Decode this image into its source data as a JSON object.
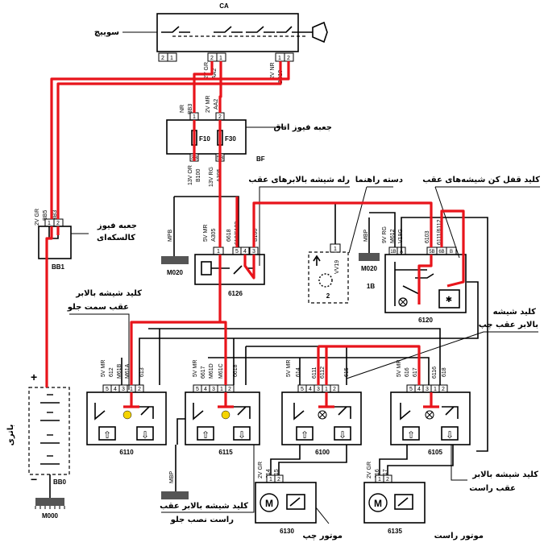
{
  "labels": {
    "switch_ca": "CA",
    "switch_name": "سوییچ",
    "fusebox_name": "جعبه فیوز اتاق",
    "fusebox_code": "BF",
    "fuse_f10": "F10",
    "fuse_f30": "F30",
    "engine_fusebox_line1": "جعبه فیوز",
    "engine_fusebox_line2": "کالسکه‌ای",
    "engine_fusebox_code": "BB1",
    "battery_name": "باتری",
    "battery_code": "BB0",
    "ground_m000": "M000",
    "relay_title": "رله شیشه بالابرهای عقب",
    "relay_code": "6126",
    "relay_ground": "M020",
    "relay_ground_wire": "MPB",
    "handle_title": "دسته راهنما",
    "handle_code": "2",
    "handle_block": "1B",
    "handle_ground": "M020",
    "handle_ground_wire": "MBP",
    "lock_title": "کلید قفل کن شیشه‌های عقب",
    "lock_code": "6120",
    "sw6110_line1": "کلید شیشه بالابر",
    "sw6110_line2": "عقب سمت جلو",
    "sw6110_code": "6110",
    "sw6115_code": "6115",
    "sw6100_code": "6100",
    "sw6105_code": "6105",
    "rear_left_line1": "کلید شیشه",
    "rear_left_line2": "بالابر عقب چپ",
    "rear_right_line1": "کلید شیشه بالابر",
    "rear_right_line2": "عقب راست",
    "front_right_line1": "کلید شیشه بالابر عقب",
    "front_right_line2": "راست نصب جلو",
    "motor_left": "موتور چپ",
    "motor_left_code": "6130",
    "motor_right": "موتور راست",
    "motor_right_code": "6135",
    "motor_letter": "M",
    "ground_mbp": "MBP",
    "plus": "+",
    "minus": "−"
  },
  "wire_labels": {
    "ca_left": "2V GR",
    "ca_left_id": "AA2",
    "ca_right": "2V NR",
    "ca_right_id": "BB10",
    "bf_top_left": "NR",
    "bf_top_left_id": "BB3",
    "bf_top_right": "2V MR",
    "bf_top_right_id": "AA2",
    "bf_bottom_left": "13V OR",
    "bf_bottom_left_id": "B100",
    "bf_bottom_right": "13V RG",
    "bf_bottom_right_id": "A305",
    "bb1_top": "2V GR",
    "bb1_top_id": "BB5",
    "bb1_top_id2": "BB3",
    "relay_w1": "5V MR",
    "relay_w1b": "A305",
    "relay_w2": "6618",
    "relay_w3": "610/6103",
    "relay_w4": "B100",
    "handle_w1": "VV19",
    "mbp_w1": "9V RG",
    "mbp_w2": "M612",
    "mbp_w3": "V19G",
    "lock_w1": "6103",
    "lock_w2": "6111/6112",
    "sw6110_w": [
      "5V MR",
      "612",
      "M61B",
      "M61A",
      "613"
    ],
    "sw6115_w": [
      "5V MR",
      "6617",
      "M61D",
      "M61C",
      "6618"
    ],
    "sw6100_w": [
      "5V MR",
      "614",
      "6111",
      "6112",
      "615"
    ],
    "sw6105_w": [
      "5V MR",
      "616",
      "617",
      "6116",
      "618"
    ],
    "motor_left_w": [
      "2V GR",
      "614",
      "615"
    ],
    "motor_right_w": [
      "2V GR",
      "616",
      "617"
    ]
  }
}
